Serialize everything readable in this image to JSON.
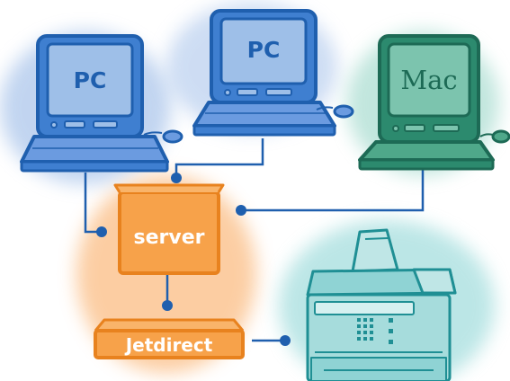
{
  "nodes": {
    "pc_left": {
      "label": "PC"
    },
    "pc_center": {
      "label": "PC"
    },
    "mac": {
      "label": "Mac"
    },
    "server": {
      "label": "server"
    },
    "jetdirect": {
      "label": "Jetdirect"
    }
  },
  "colors": {
    "pc_blue": "#3f7fd0",
    "pc_blue_dark": "#1f5fae",
    "mac_green": "#2c8a6e",
    "mac_green_dark": "#1d6a55",
    "orange": "#f7a24a",
    "orange_dark": "#e8821e",
    "teal": "#3fb3b6",
    "teal_dark": "#1f8f94",
    "link_blue": "#1f5fae"
  }
}
